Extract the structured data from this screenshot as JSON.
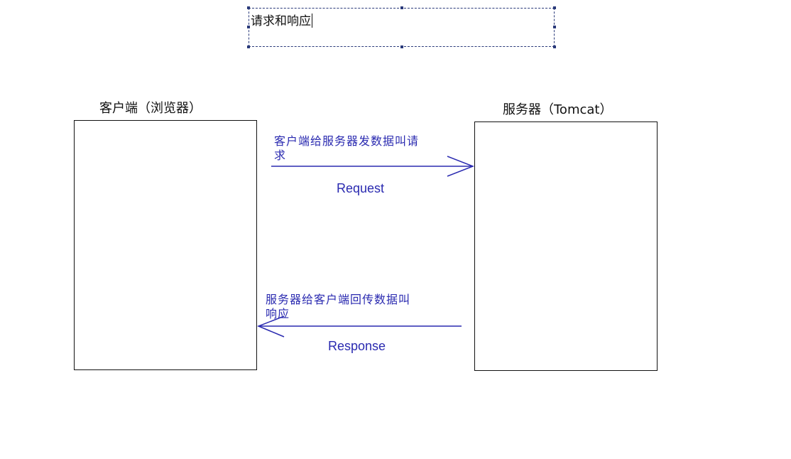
{
  "title": "请求和响应",
  "client": {
    "label": "客户端（浏览器）"
  },
  "server": {
    "label": "服务器（Tomcat）"
  },
  "request": {
    "description_line1": "客户端给服务器发数据叫请",
    "description_line2": "求",
    "name": "Request"
  },
  "response": {
    "description_line1": "服务器给客户端回传数据叫",
    "description_line2": "响应",
    "name": "Response"
  },
  "colors": {
    "arrow": "#2a2ab0",
    "box_border": "#111111",
    "selection": "#2a3a7a"
  }
}
